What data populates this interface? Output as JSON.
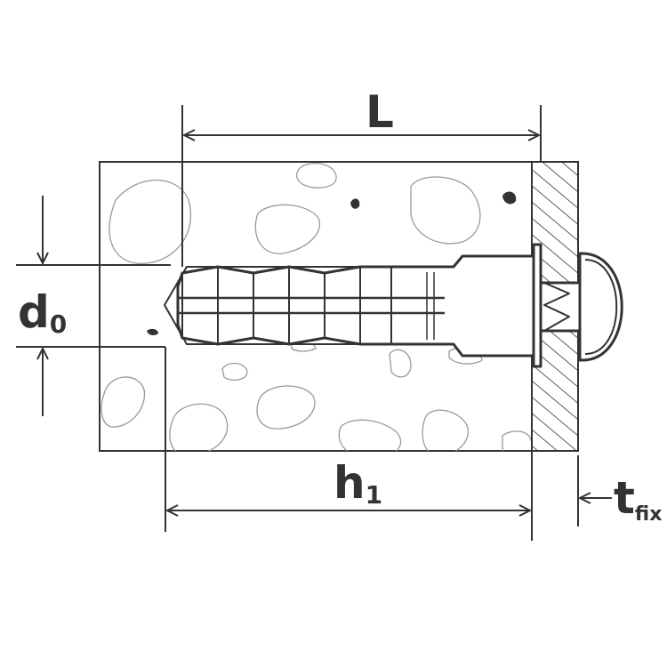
{
  "labels": {
    "length": "L",
    "drill_diameter_main": "d",
    "drill_diameter_sub": "0",
    "embed_depth_main": "h",
    "embed_depth_sub": "1",
    "fixture_thickness_main": "t",
    "fixture_thickness_sub": "fix"
  },
  "colors": {
    "stroke": "#333333",
    "stone": "#999999",
    "background": "#ffffff"
  }
}
